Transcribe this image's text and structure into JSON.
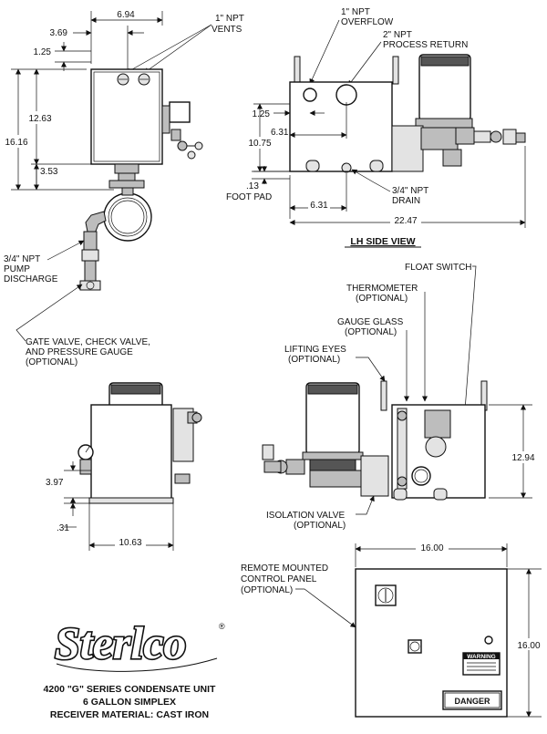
{
  "top_view": {
    "dim_width": "6.94",
    "dim_inlet_offset": "3.69",
    "dim_top_gap": "1.25",
    "dim_height_overall": "16.16",
    "dim_body_height": "12.63",
    "dim_bottom": "3.53",
    "label_vents_1": "1\" NPT",
    "label_vents_2": "VENTS",
    "label_discharge_1": "3/4\" NPT",
    "label_discharge_2": "PUMP",
    "label_discharge_3": "DISCHARGE",
    "label_valves_1": "GATE VALVE, CHECK VALVE,",
    "label_valves_2": "AND PRESSURE GAUGE",
    "label_valves_3": "(OPTIONAL)"
  },
  "side_view": {
    "label_overflow_1": "1\" NPT",
    "label_overflow_2": "OVERFLOW",
    "label_return_1": "2\" NPT",
    "label_return_2": "PROCESS RETURN",
    "dim_125": "1.25",
    "dim_631_top": "6.31",
    "dim_1075": "10.75",
    "dim_13": ".13",
    "label_foot_pad": "FOOT PAD",
    "dim_631_bottom": "6.31",
    "label_drain_1": "3/4\" NPT",
    "label_drain_2": "DRAIN",
    "dim_2247": "22.47",
    "title": "LH SIDE VIEW"
  },
  "front_view": {
    "dim_397": "3.97",
    "dim_31": ".31",
    "dim_1063": "10.63"
  },
  "rear_view": {
    "label_float_switch": "FLOAT SWITCH",
    "label_thermometer_1": "THERMOMETER",
    "label_thermometer_2": "(OPTIONAL)",
    "label_gauge_glass_1": "GAUGE GLASS",
    "label_gauge_glass_2": "(OPTIONAL)",
    "label_lifting_eyes_1": "LIFTING EYES",
    "label_lifting_eyes_2": "(OPTIONAL)",
    "dim_1294": "12.94",
    "label_isolation_1": "ISOLATION VALVE",
    "label_isolation_2": "(OPTIONAL)"
  },
  "control_panel": {
    "label_1": "REMOTE MOUNTED",
    "label_2": "CONTROL PANEL",
    "label_3": "(OPTIONAL)",
    "dim_width": "16.00",
    "dim_height": "16.00",
    "warning_label": "WARNING",
    "danger_label": "DANGER"
  },
  "brand": {
    "logo_text": "Sterlco",
    "registered": "®"
  },
  "title_block": {
    "line1": "4200 \"G\" SERIES CONDENSATE UNIT",
    "line2": "6 GALLON SIMPLEX",
    "line3": "RECEIVER MATERIAL: CAST IRON"
  }
}
